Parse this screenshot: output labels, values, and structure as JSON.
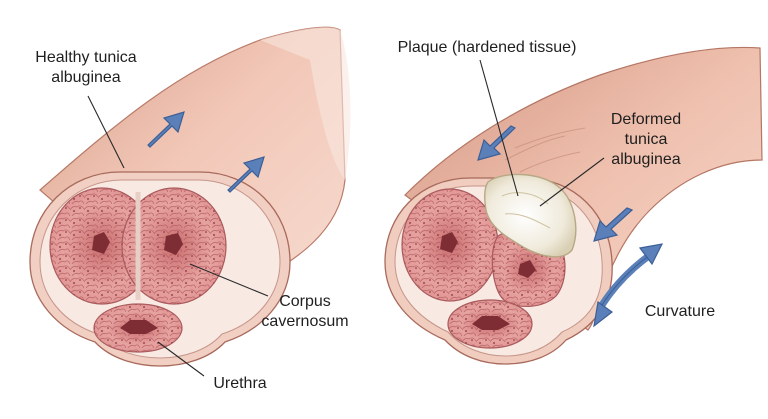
{
  "labels": {
    "healthy_line1": "Healthy tunica",
    "healthy_line2": "albuginea",
    "corpus_line1": "Corpus",
    "corpus_line2": "cavernosum",
    "urethra": "Urethra",
    "plaque": "Plaque (hardened tissue)",
    "deformed_line1": "Deformed",
    "deformed_line2": "tunica",
    "deformed_line3": "albuginea",
    "curvature": "Curvature"
  },
  "colors": {
    "shaft_light": "#f2c4b4",
    "shaft_dark": "#d99a85",
    "tunica": "#f6e4dc",
    "tissue": "#e39a98",
    "tissue_dark": "#b85a5e",
    "plaque": "#f4f1e6",
    "arrow": "#5b7fb8",
    "arrow_stroke": "#3b5f96"
  },
  "icons": {
    "direction_arrows": "straight-arrow-icon",
    "curvature_arrow": "double-headed-curved-arrow-icon"
  }
}
